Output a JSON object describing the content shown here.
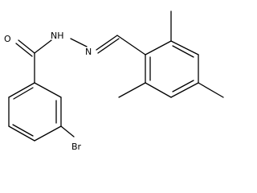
{
  "molecule": {
    "atoms": {
      "oxygen": "O",
      "nh": "NH",
      "n": "N",
      "bromine": "Br"
    }
  },
  "colors": {
    "bond": "#000000",
    "label": "#000000",
    "background": "#ffffff"
  }
}
